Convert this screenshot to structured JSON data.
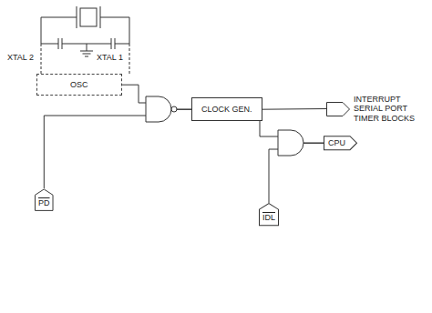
{
  "diagram": {
    "nodes": [
      {
        "text": [
          "OSC"
        ]
      },
      {
        "text": [
          "CLOCK GEN."
        ]
      },
      {
        "text": [
          "INTERRUPT SERIAL PORT TIMER BLOCKS"
        ]
      },
      {
        "text": [
          "CPU"
        ]
      },
      {
        "text": [
          "PD"
        ]
      },
      {
        "text": [
          "IDL"
        ]
      }
    ],
    "edges": [
      {
        "from": 0,
        "to": 1,
        "arrow": "none"
      },
      {
        "from": 4,
        "to": 1,
        "arrow": "none"
      },
      {
        "from": 1,
        "to": 2,
        "arrow": "none"
      },
      {
        "from": 1,
        "to": 3,
        "arrow": "none"
      },
      {
        "from": 5,
        "to": 3,
        "arrow": "none"
      }
    ],
    "labels": [
      "XTAL 2",
      "XTAL 1"
    ]
  }
}
